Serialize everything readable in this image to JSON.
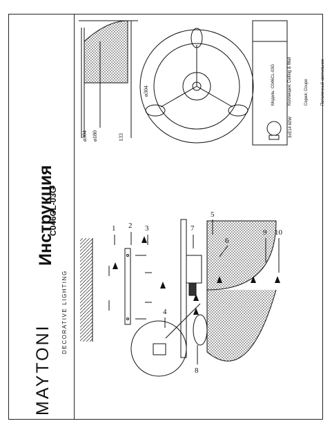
{
  "brand": {
    "name": "MAYTONI",
    "tagline": "DECORATIVE LIGHTING"
  },
  "document": {
    "title": "Инструкция",
    "model_code": "C046CL-03G"
  },
  "callouts": [
    "1",
    "2",
    "3",
    "4",
    "5",
    "6",
    "7",
    "8",
    "9",
    "10"
  ],
  "dimensions": {
    "diameter_outer": "ø304",
    "diameter_inner": "ø180",
    "height": "133",
    "plan_diameter": "ø304"
  },
  "product_info": {
    "model_label": "Модель:",
    "model_value": "C046CL-03G",
    "collection_label": "Коллекция:",
    "collection_value": "Ceiling & Wall",
    "series_label": "Серия:",
    "series_value": "Coupe",
    "type_value": "Потолочный светильник"
  },
  "lamp_spec": "3xE14 60W",
  "colors": {
    "line": "#111111",
    "hatch": "#444444"
  }
}
